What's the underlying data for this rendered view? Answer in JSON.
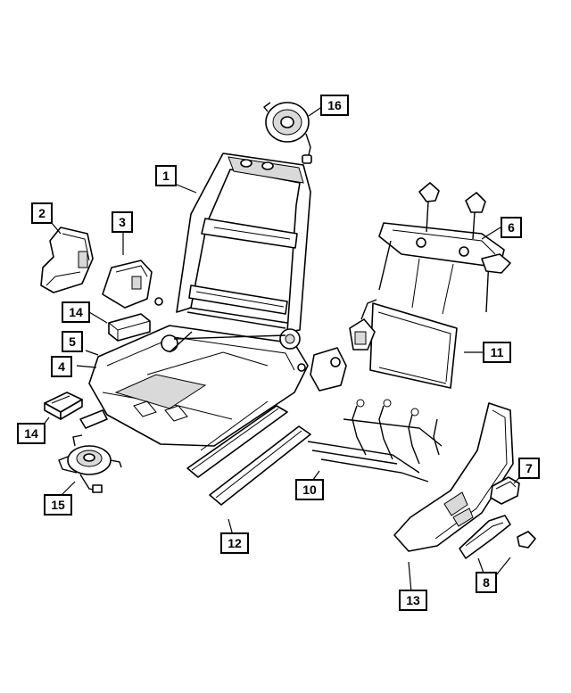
{
  "callouts": {
    "c1": "1",
    "c2": "2",
    "c3": "3",
    "c4": "4",
    "c5": "5",
    "c6": "6",
    "c7": "7",
    "c8": "8",
    "c10": "10",
    "c11": "11",
    "c12": "12",
    "c13": "13",
    "c14a": "14",
    "c14b": "14",
    "c15": "15",
    "c16": "16"
  },
  "parts": [
    {
      "id": "seat-frame",
      "icon": "seat-frame-icon"
    },
    {
      "id": "side-shield-left",
      "icon": "shield-panel-icon"
    },
    {
      "id": "bracket-cover",
      "icon": "bracket-icon"
    },
    {
      "id": "cushion-pan",
      "icon": "cushion-pan-icon"
    },
    {
      "id": "headrest-guide-bracket",
      "icon": "guide-bracket-icon"
    },
    {
      "id": "switch-bezel",
      "icon": "switch-icon"
    },
    {
      "id": "control-knob-bezel",
      "icon": "knob-bezel-icon"
    },
    {
      "id": "wire-suspension",
      "icon": "wire-mat-icon"
    },
    {
      "id": "control-module",
      "icon": "module-icon"
    },
    {
      "id": "seat-track",
      "icon": "track-icon"
    },
    {
      "id": "side-shield-right",
      "icon": "shield-panel-icon"
    },
    {
      "id": "trim-cover",
      "icon": "trim-cover-icon"
    },
    {
      "id": "motor-assembly",
      "icon": "motor-icon"
    },
    {
      "id": "recliner-motor",
      "icon": "motor-icon"
    }
  ]
}
